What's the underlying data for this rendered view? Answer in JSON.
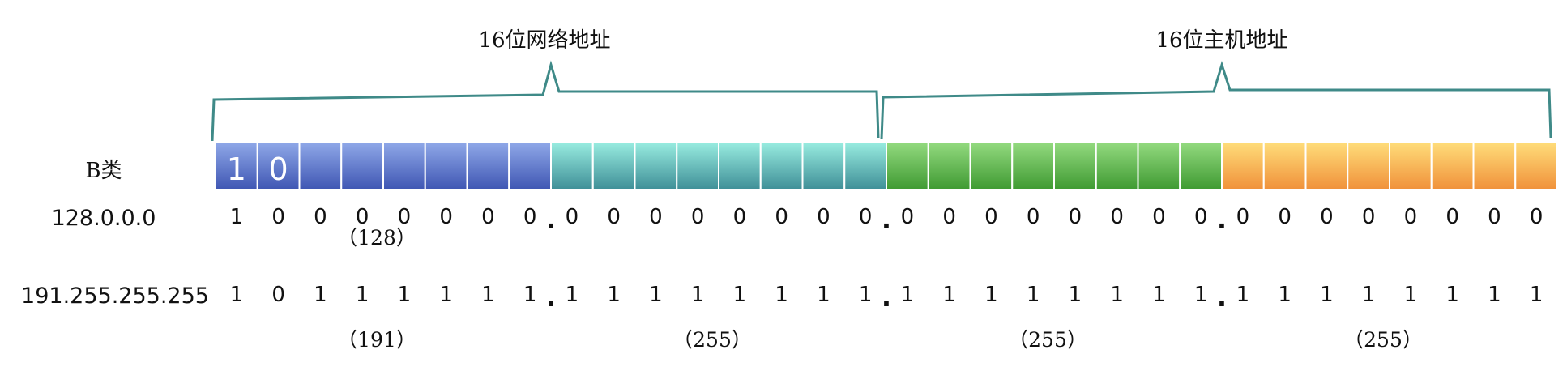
{
  "brackets": {
    "network_label": "16位网络地址",
    "host_label": "16位主机地址"
  },
  "class_row": {
    "label": "B类",
    "prefix_bits": [
      "1",
      "0"
    ]
  },
  "rows": [
    {
      "address": "128.0.0.0",
      "bits": [
        "1",
        "0",
        "0",
        "0",
        "0",
        "0",
        "0",
        "0",
        "0",
        "0",
        "0",
        "0",
        "0",
        "0",
        "0",
        "0",
        "0",
        "0",
        "0",
        "0",
        "0",
        "0",
        "0",
        "0",
        "0",
        "0",
        "0",
        "0",
        "0",
        "0",
        "0",
        "0"
      ],
      "annotations": [
        {
          "octet": 0,
          "text": "（128）"
        }
      ]
    },
    {
      "address": "191.255.255.255",
      "bits": [
        "1",
        "0",
        "1",
        "1",
        "1",
        "1",
        "1",
        "1",
        "1",
        "1",
        "1",
        "1",
        "1",
        "1",
        "1",
        "1",
        "1",
        "1",
        "1",
        "1",
        "1",
        "1",
        "1",
        "1",
        "1",
        "1",
        "1",
        "1",
        "1",
        "1",
        "1",
        "1"
      ],
      "annotations": [
        {
          "octet": 0,
          "text": "（191）"
        },
        {
          "octet": 1,
          "text": "（255）"
        },
        {
          "octet": 2,
          "text": "（255）"
        },
        {
          "octet": 3,
          "text": "（255）"
        }
      ]
    }
  ],
  "octet_separator": ".",
  "colors": {
    "octet1": [
      "#8fa8e8",
      "#3f56b3"
    ],
    "octet2": [
      "#98ece0",
      "#3f8f97"
    ],
    "octet3": [
      "#93da7f",
      "#3f9a32"
    ],
    "octet4": [
      "#ffdd7a",
      "#f0913a"
    ],
    "bracket": "#3f8a88"
  }
}
